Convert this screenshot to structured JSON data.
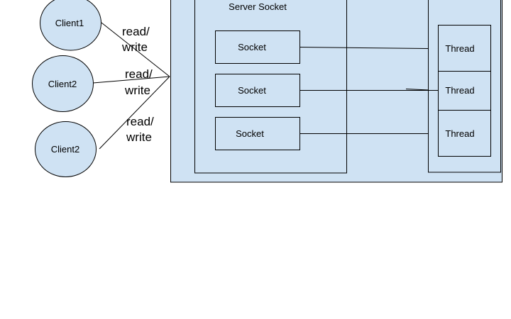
{
  "colors": {
    "fill": "#cfe2f3",
    "stroke": "#000000",
    "background": "#ffffff"
  },
  "clients": [
    {
      "label": "Client1"
    },
    {
      "label": "Client2"
    },
    {
      "label": "Client2"
    }
  ],
  "edge_labels": [
    {
      "line1": "read/",
      "line2": "write"
    },
    {
      "line1": "read/",
      "line2": "write"
    },
    {
      "line1": "read/",
      "line2": "write"
    }
  ],
  "server_socket": {
    "title": "Server Socket",
    "sockets": [
      {
        "label": "Socket"
      },
      {
        "label": "Socket"
      },
      {
        "label": "Socket"
      }
    ]
  },
  "threads": [
    {
      "label": "Thread"
    },
    {
      "label": "Thread"
    },
    {
      "label": "Thread"
    }
  ]
}
